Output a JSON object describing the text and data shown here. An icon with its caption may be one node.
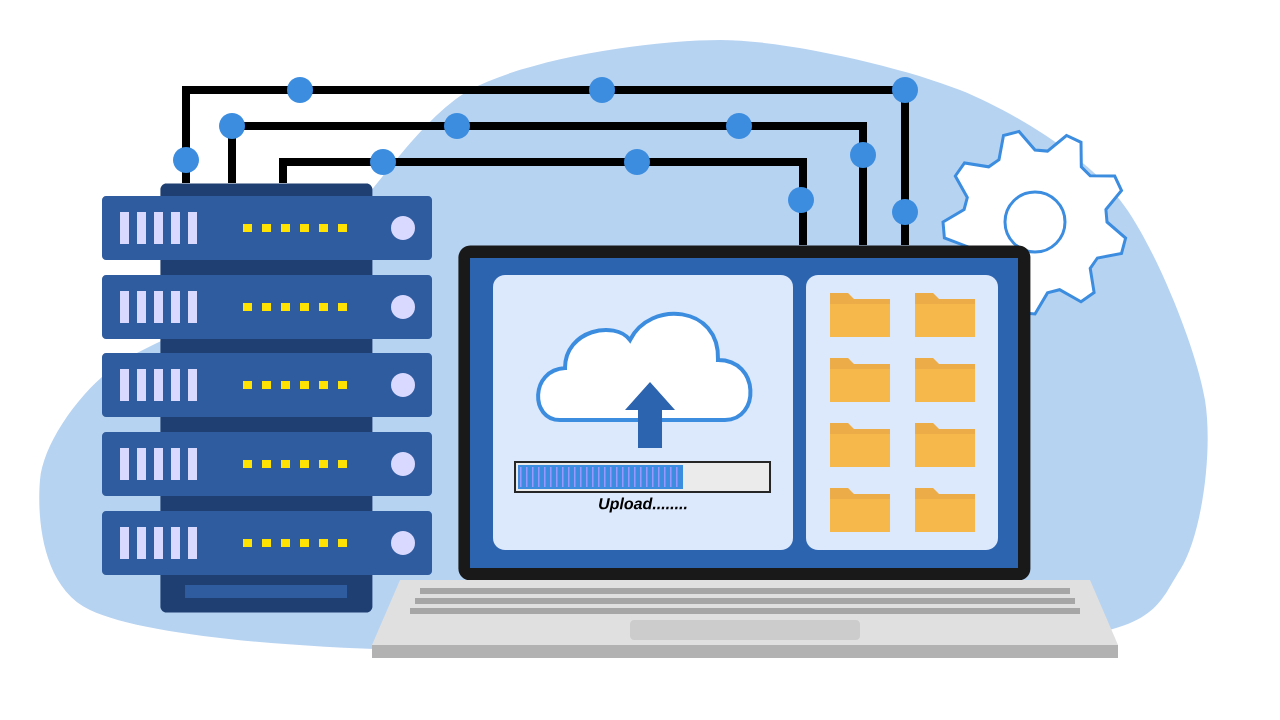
{
  "diagram": {
    "nodes": [
      {
        "text": [],
        "shape": "picture"
      },
      {
        "text": [],
        "shape": "picture"
      }
    ],
    "edges": [
      {
        "from": 0,
        "to": 1,
        "arrow": "none"
      },
      {
        "from": 0,
        "to": 1,
        "arrow": "none"
      },
      {
        "from": 0,
        "to": 1,
        "arrow": "none"
      }
    ],
    "labels": [
      "Upload........"
    ]
  }
}
